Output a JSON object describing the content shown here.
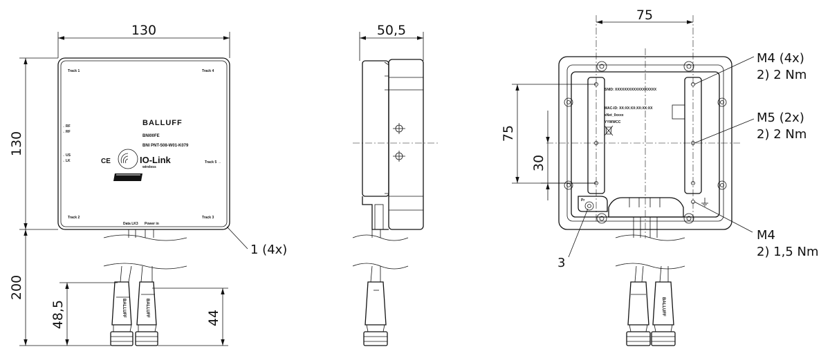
{
  "front_view": {
    "dim_width": "130",
    "dim_height": "130",
    "dim_cable": "200",
    "dim_conn_left": "48,5",
    "dim_conn_right": "44",
    "callout_corner": "1 (4x)",
    "label_track1": "Track 1",
    "label_track2": "Track 2",
    "label_track3": "Track 3",
    "label_track4": "Track 4",
    "label_track5": "Track 5 →",
    "label_rf1": "←RF",
    "label_rf2": "←RF",
    "label_us": "←US",
    "label_lk": "←LK",
    "label_datalk": "Data LK3",
    "label_power": "Power in",
    "brand": "BALLUFF",
    "product_code": "BNI00FE",
    "product_name": "BNI PNT-508-W01-K079",
    "ce_mark": "CE",
    "iolink": "IO-Link",
    "wireless": "wireless",
    "plug_text": "BALLUFF"
  },
  "side_view": {
    "dim_depth": "50,5"
  },
  "back_view": {
    "dim_hole_spacing_x": "75",
    "dim_hole_spacing_y": "75",
    "dim_hole_spacing_y2": "30",
    "callout_m4_line1": "M4 (4x)",
    "callout_m4_line2": "2)  2 Nm",
    "callout_m5_line1": "M5 (2x)",
    "callout_m5_line2": "2)  2 Nm",
    "callout_m4b_line1": "M4",
    "callout_m4b_line2": "2)  1,5 Nm",
    "callout_3": "3",
    "label_snid": "SNID: XXXXXXXXXXXXXXXXXX",
    "label_mac": "MAC-ID: XX:XX:XX:XX:XX:XX",
    "label_xnet": "xNet_0xxxx",
    "label_yyww": "YYWWCC",
    "plug_text": "BALLUFF"
  }
}
